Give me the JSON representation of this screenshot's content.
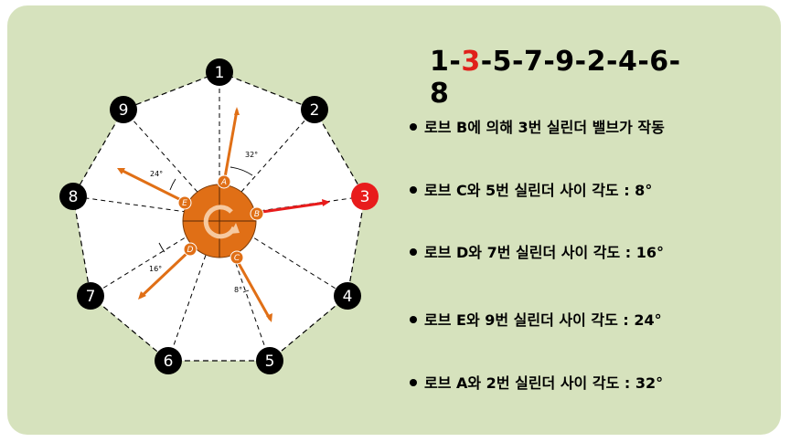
{
  "firing_order": {
    "parts": [
      "1-",
      "3",
      "-5-7-9-2-4-6-8"
    ],
    "highlight_color": "#e0201b"
  },
  "cylinders": [
    {
      "label": "1",
      "color": "#000000"
    },
    {
      "label": "2",
      "color": "#000000"
    },
    {
      "label": "3",
      "color": "#e81c1c"
    },
    {
      "label": "4",
      "color": "#000000"
    },
    {
      "label": "5",
      "color": "#000000"
    },
    {
      "label": "6",
      "color": "#000000"
    },
    {
      "label": "7",
      "color": "#000000"
    },
    {
      "label": "8",
      "color": "#000000"
    },
    {
      "label": "9",
      "color": "#000000"
    }
  ],
  "lobes": [
    "A",
    "B",
    "C",
    "D",
    "E"
  ],
  "angle_labels": {
    "a_angle": "32°",
    "e_angle": "24°",
    "d_angle": "16°",
    "c_angle": "8°"
  },
  "bullets": [
    "로브 B에 의해 3번 실린더 밸브가 작동",
    "로브 C와 5번 실린더 사이 각도 : 8°",
    "로브 D와 7번 실린더 사이 각도 : 16°",
    "로브 E와 9번 실린더 사이 각도 : 24°",
    "로브 A와 2번 실린더 사이 각도 : 32°"
  ],
  "colors": {
    "panel": "#d6e2bd",
    "hub": "#e06f16",
    "arrow": "#e06f16",
    "active_arrow": "#e81c1c"
  }
}
